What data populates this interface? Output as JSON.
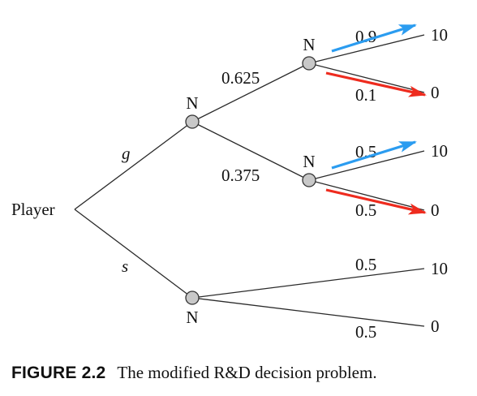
{
  "diagram": {
    "root_label": "Player",
    "nature_label": "N",
    "actions": [
      "g",
      "s"
    ],
    "probabilities": {
      "upper_split": [
        "0.625",
        "0.375"
      ],
      "upper_top": [
        "0.9",
        "0.1"
      ],
      "upper_bottom": [
        "0.5",
        "0.5"
      ],
      "lower": [
        "0.5",
        "0.5"
      ]
    },
    "payoffs": [
      "10",
      "0",
      "10",
      "0",
      "10",
      "0"
    ],
    "arrow_colors": {
      "up": "#2b9cf0",
      "down": "#ee2b1e"
    }
  },
  "caption": {
    "label": "FIGURE 2.2",
    "text": "The modified R&D decision problem."
  }
}
